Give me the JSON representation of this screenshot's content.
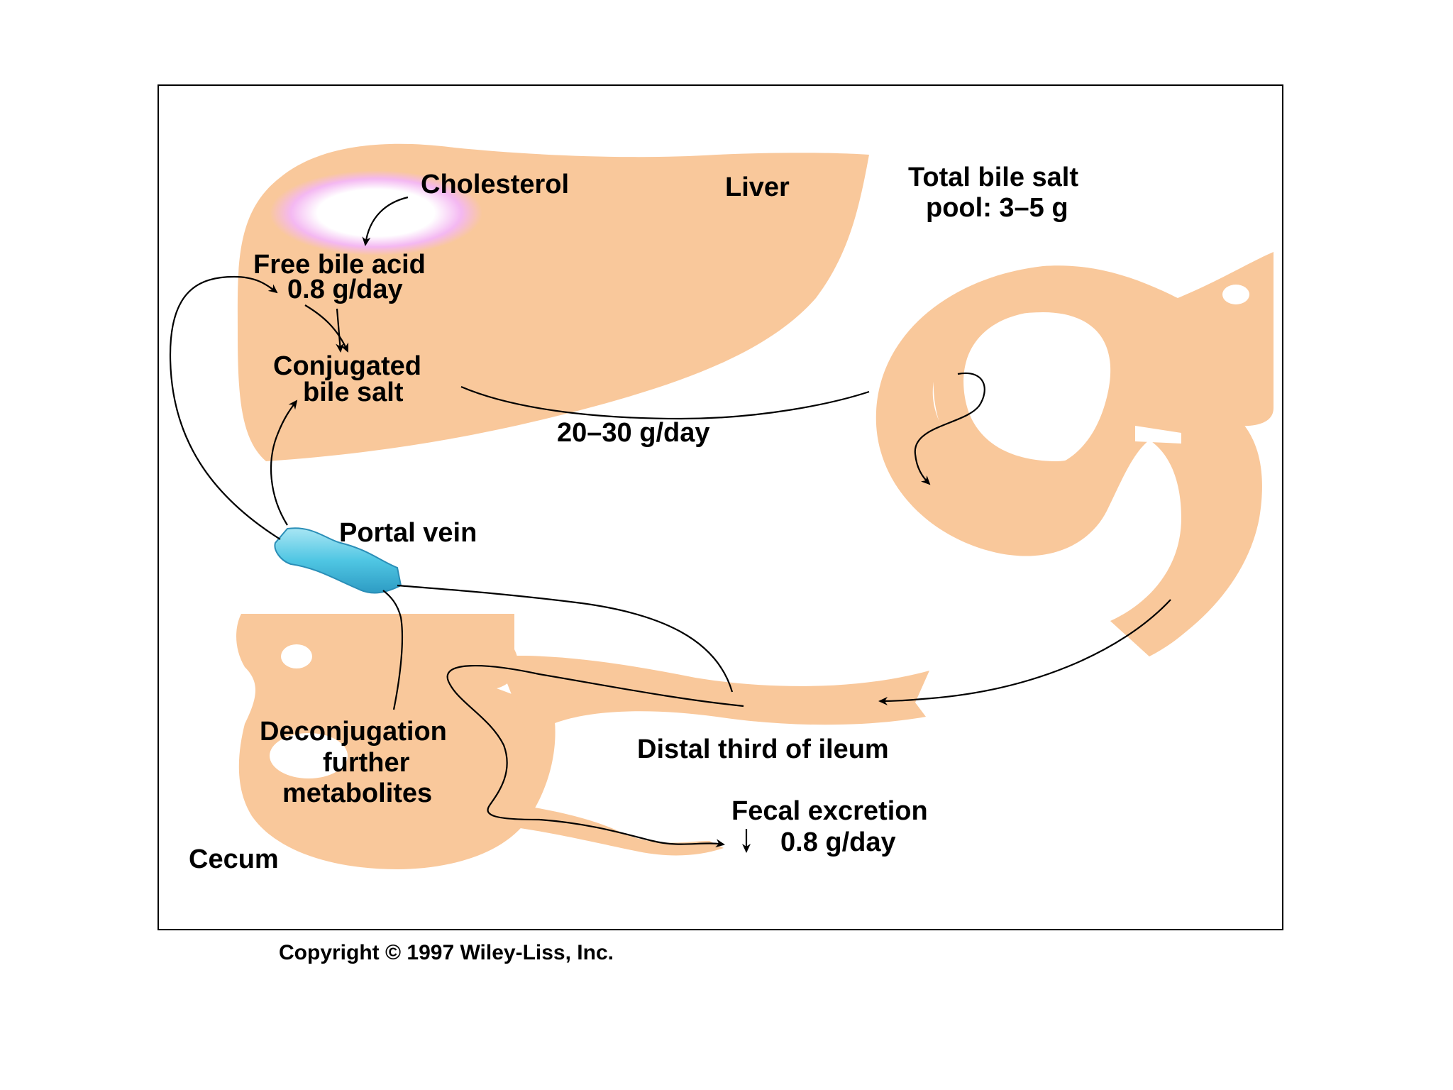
{
  "colors": {
    "organ": "#F9C89B",
    "frame": "#000000",
    "cholesterol_glow": "#F2A8F0",
    "portal_vein": "#4FC6E3",
    "arrow": "#000000"
  },
  "labels": {
    "cholesterol": "Cholesterol",
    "liver": "Liver",
    "total_pool_line1": "Total bile salt",
    "total_pool_line2": "pool: 3–5 g",
    "free_bile_acid_line1": "Free bile acid",
    "free_bile_acid_line2": "0.8 g/day",
    "conjugated_line1": "Conjugated",
    "conjugated_line2": "bile salt",
    "flow_rate": "20–30 g/day",
    "portal_vein": "Portal vein",
    "deconj_line1": "Deconjugation",
    "deconj_line2": "further",
    "deconj_line3": "metabolites",
    "cecum": "Cecum",
    "distal_ileum": "Distal third of ileum",
    "fecal_line1": "Fecal excretion",
    "fecal_line2": "0.8 g/day",
    "copyright": "Copyright © 1997 Wiley-Liss, Inc."
  }
}
